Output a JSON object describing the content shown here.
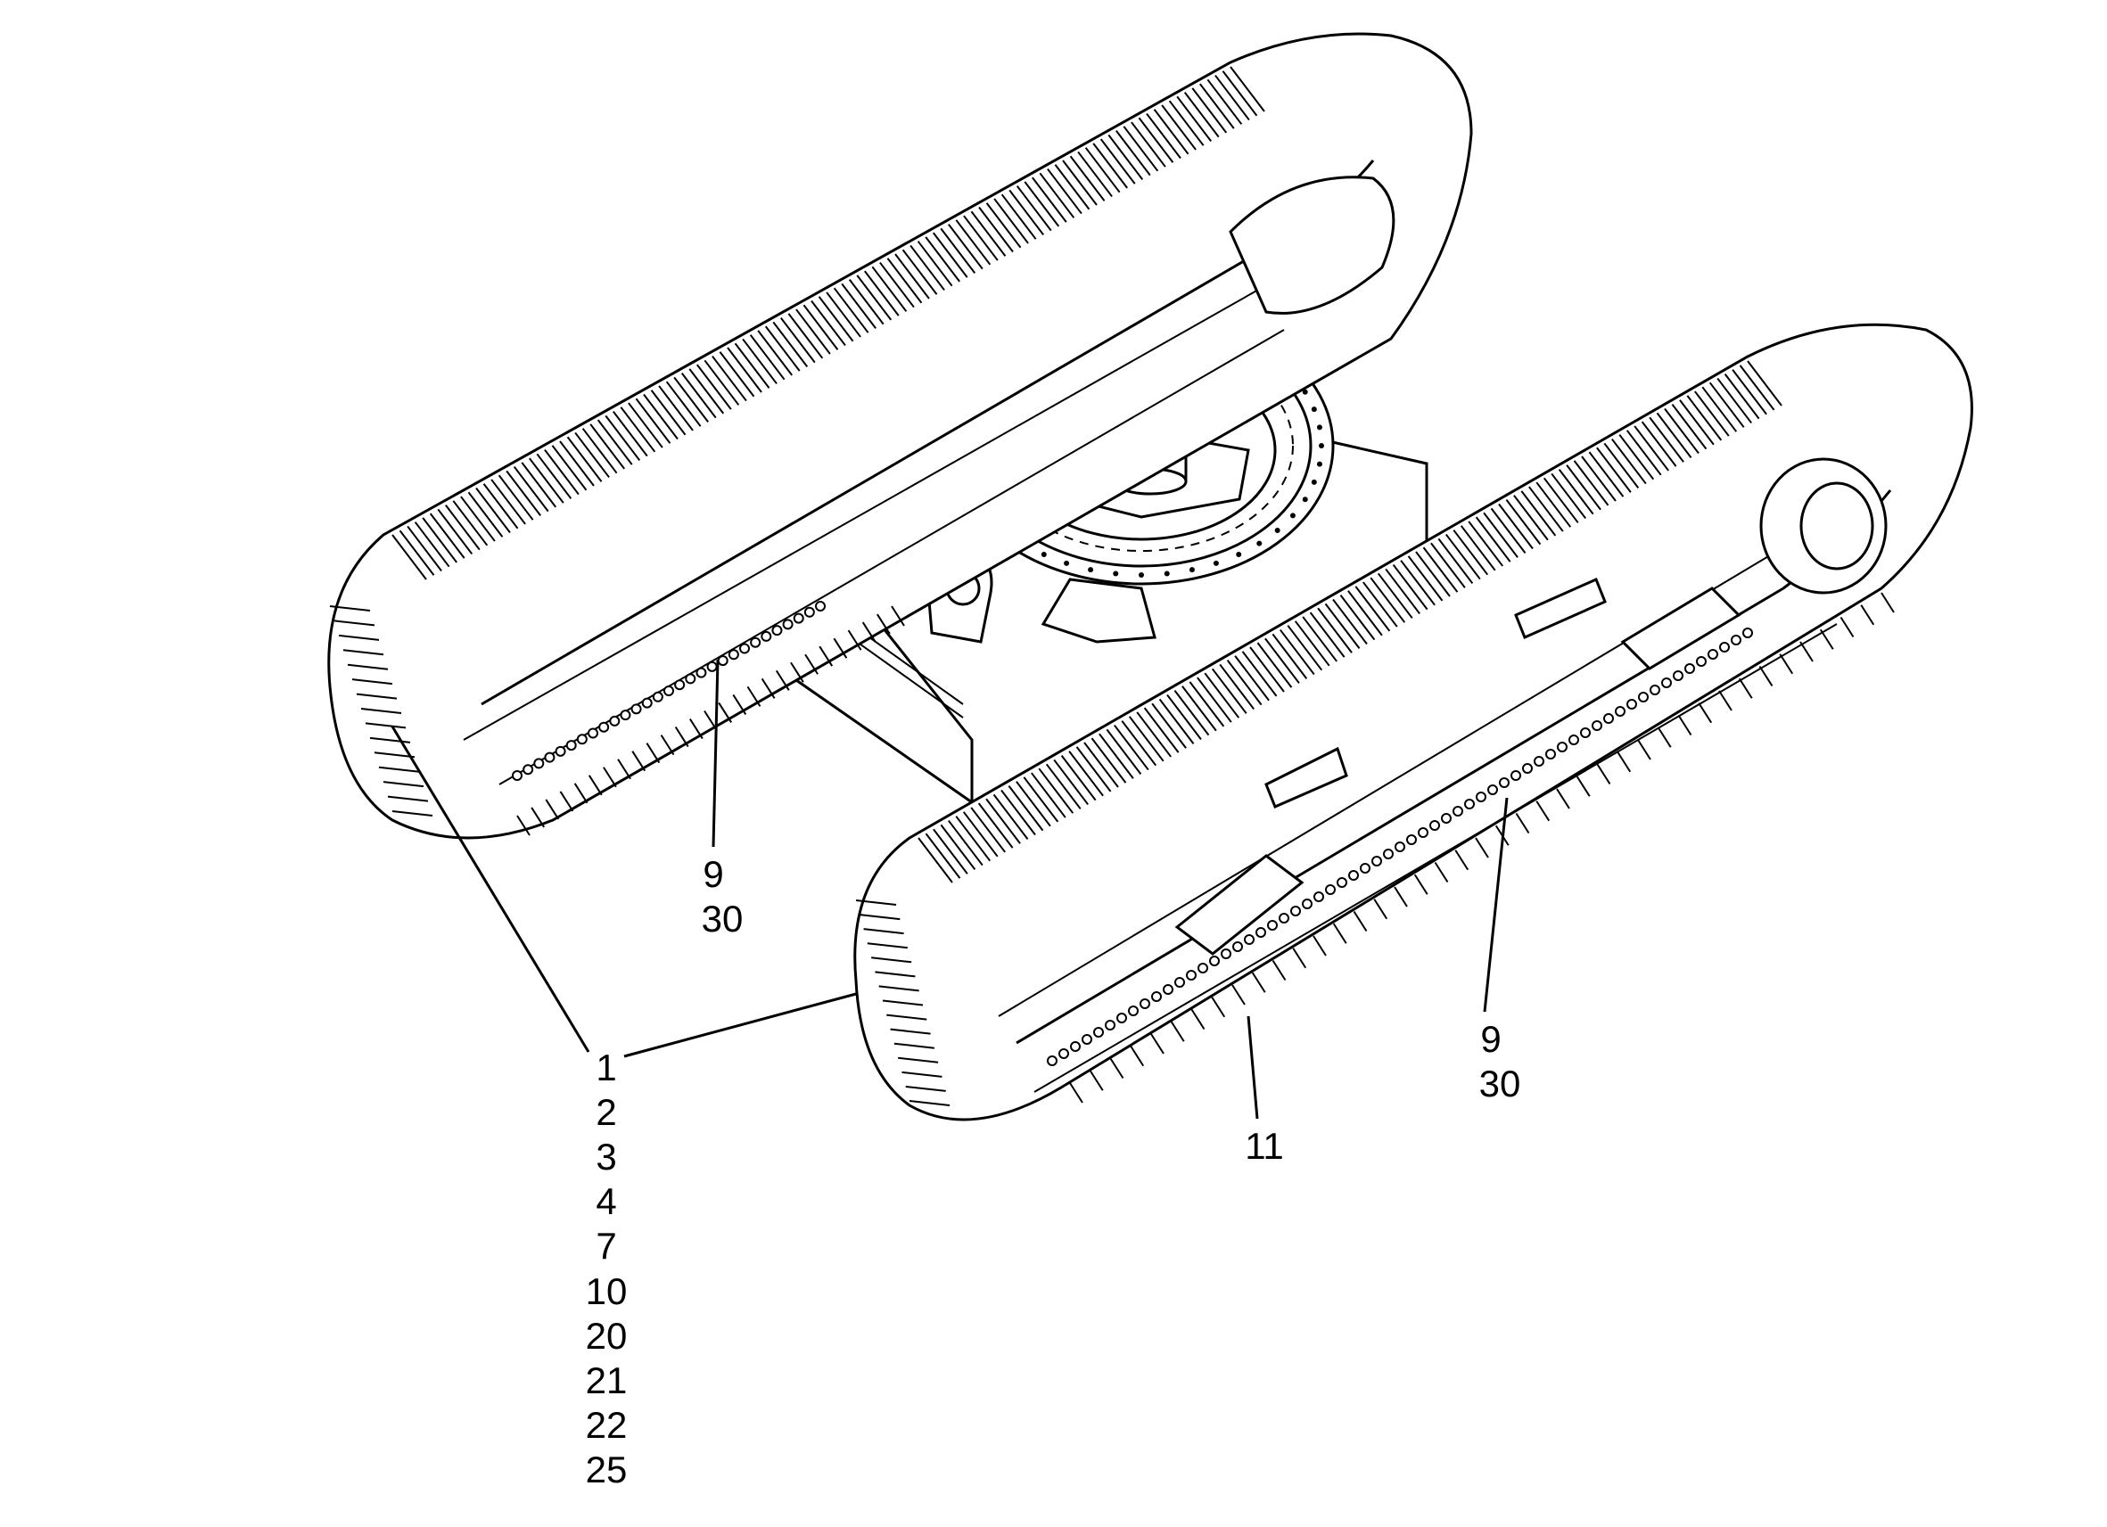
{
  "callouts": {
    "a": [
      "9",
      "30"
    ],
    "b": [
      "1",
      "2",
      "3",
      "4",
      "7",
      "10",
      "20",
      "21",
      "22",
      "25"
    ],
    "c": [
      "9",
      "30"
    ],
    "d": [
      "11"
    ]
  }
}
